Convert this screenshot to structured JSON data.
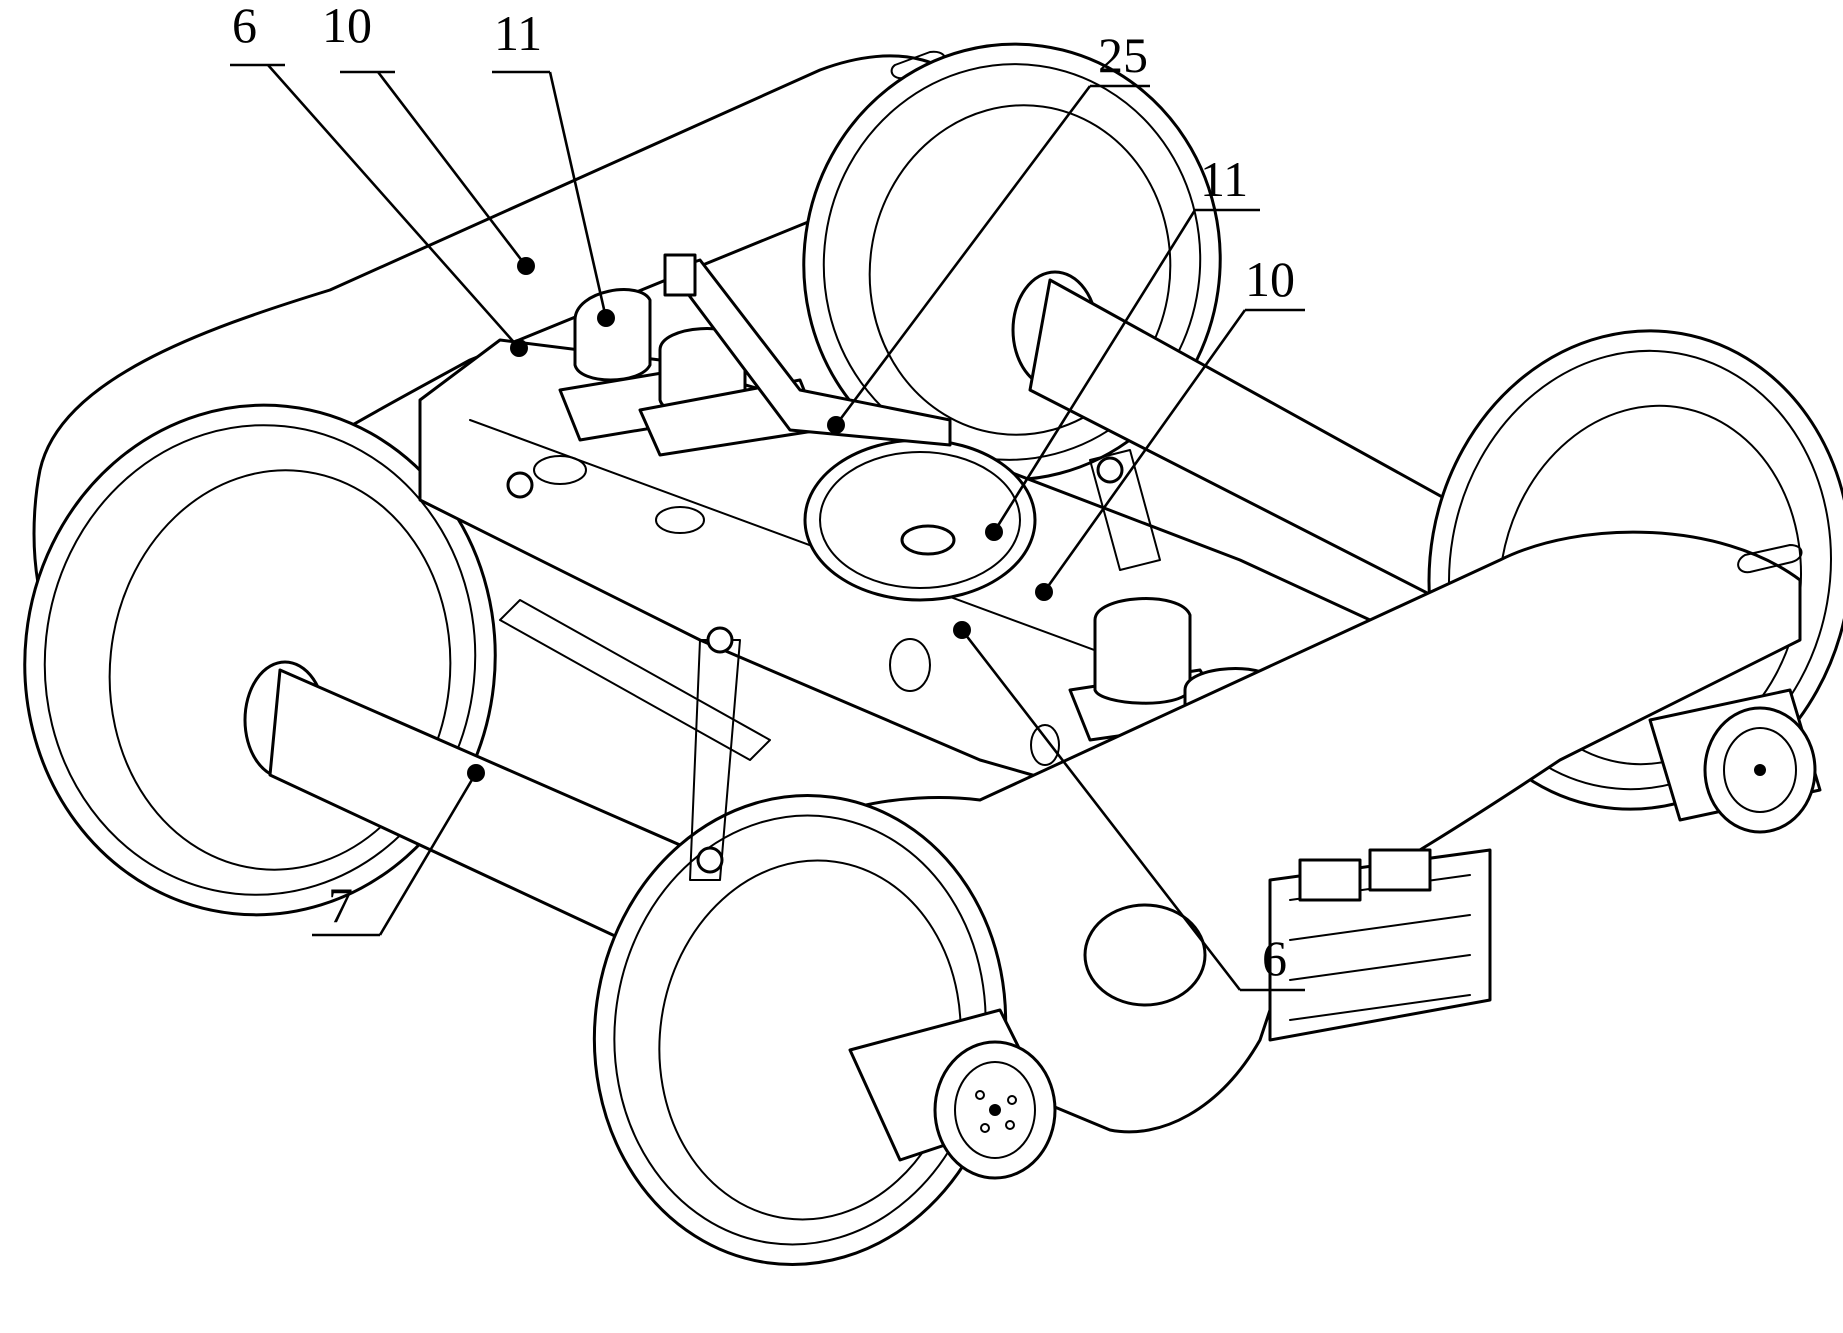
{
  "labels": {
    "l6_top": "6",
    "l10_top": "10",
    "l11_top": "11",
    "l25": "25",
    "l11_right": "11",
    "l10_right": "10",
    "l7": "7",
    "l6_bottom": "6"
  },
  "colors": {
    "line": "#000000",
    "background": "#ffffff"
  }
}
